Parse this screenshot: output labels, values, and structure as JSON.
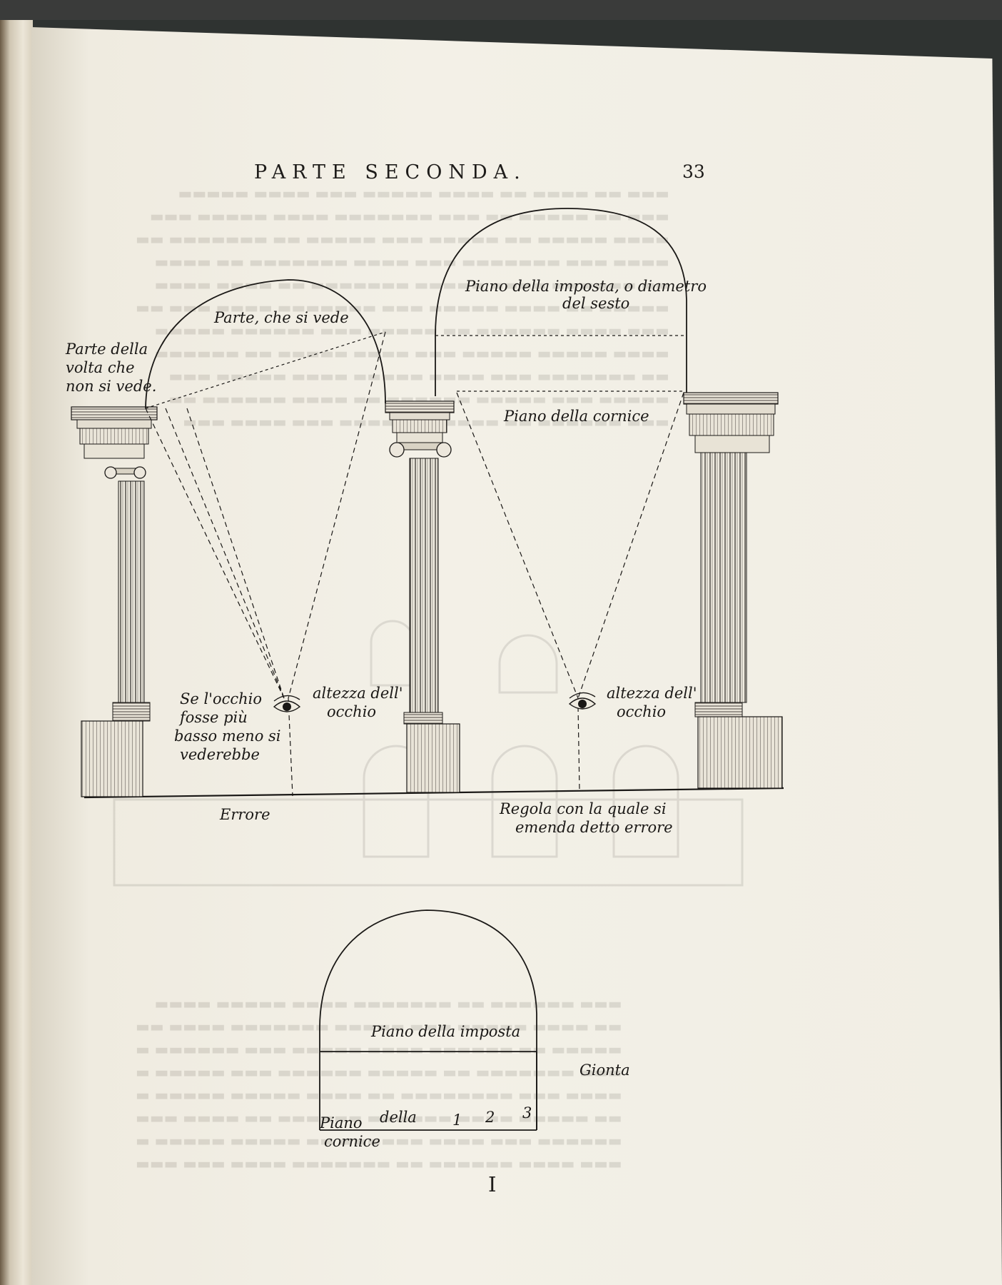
{
  "header": {
    "title": "PARTE SECONDA.",
    "page_number": "33"
  },
  "figure": {
    "labels": {
      "parte_della_volta": [
        "Parte della",
        "volta che",
        "non si vede."
      ],
      "parte_che_si_vede": "Parte, che si vede",
      "piano_imposta_diametro": [
        "Piano della imposta, o diametro",
        "del sesto"
      ],
      "piano_cornice_top": "Piano della cornice",
      "se_occhio": [
        "Se l'occhio",
        "fosse più",
        "basso meno si",
        "vederebbe"
      ],
      "altezza_occhio_left": [
        "altezza dell'",
        "occhio"
      ],
      "altezza_occhio_right": [
        "altezza dell'",
        "occhio"
      ],
      "errore": "Errore",
      "regola": [
        "Regola con la quale si",
        "emenda detto errore"
      ],
      "piano_imposta_lower": "Piano della imposta",
      "gionta": "Gionta",
      "piano_della_cornice_lower": [
        "Piano",
        "della",
        "cornice"
      ],
      "numbers": [
        "1",
        "2",
        "3"
      ]
    }
  },
  "signature": "I"
}
